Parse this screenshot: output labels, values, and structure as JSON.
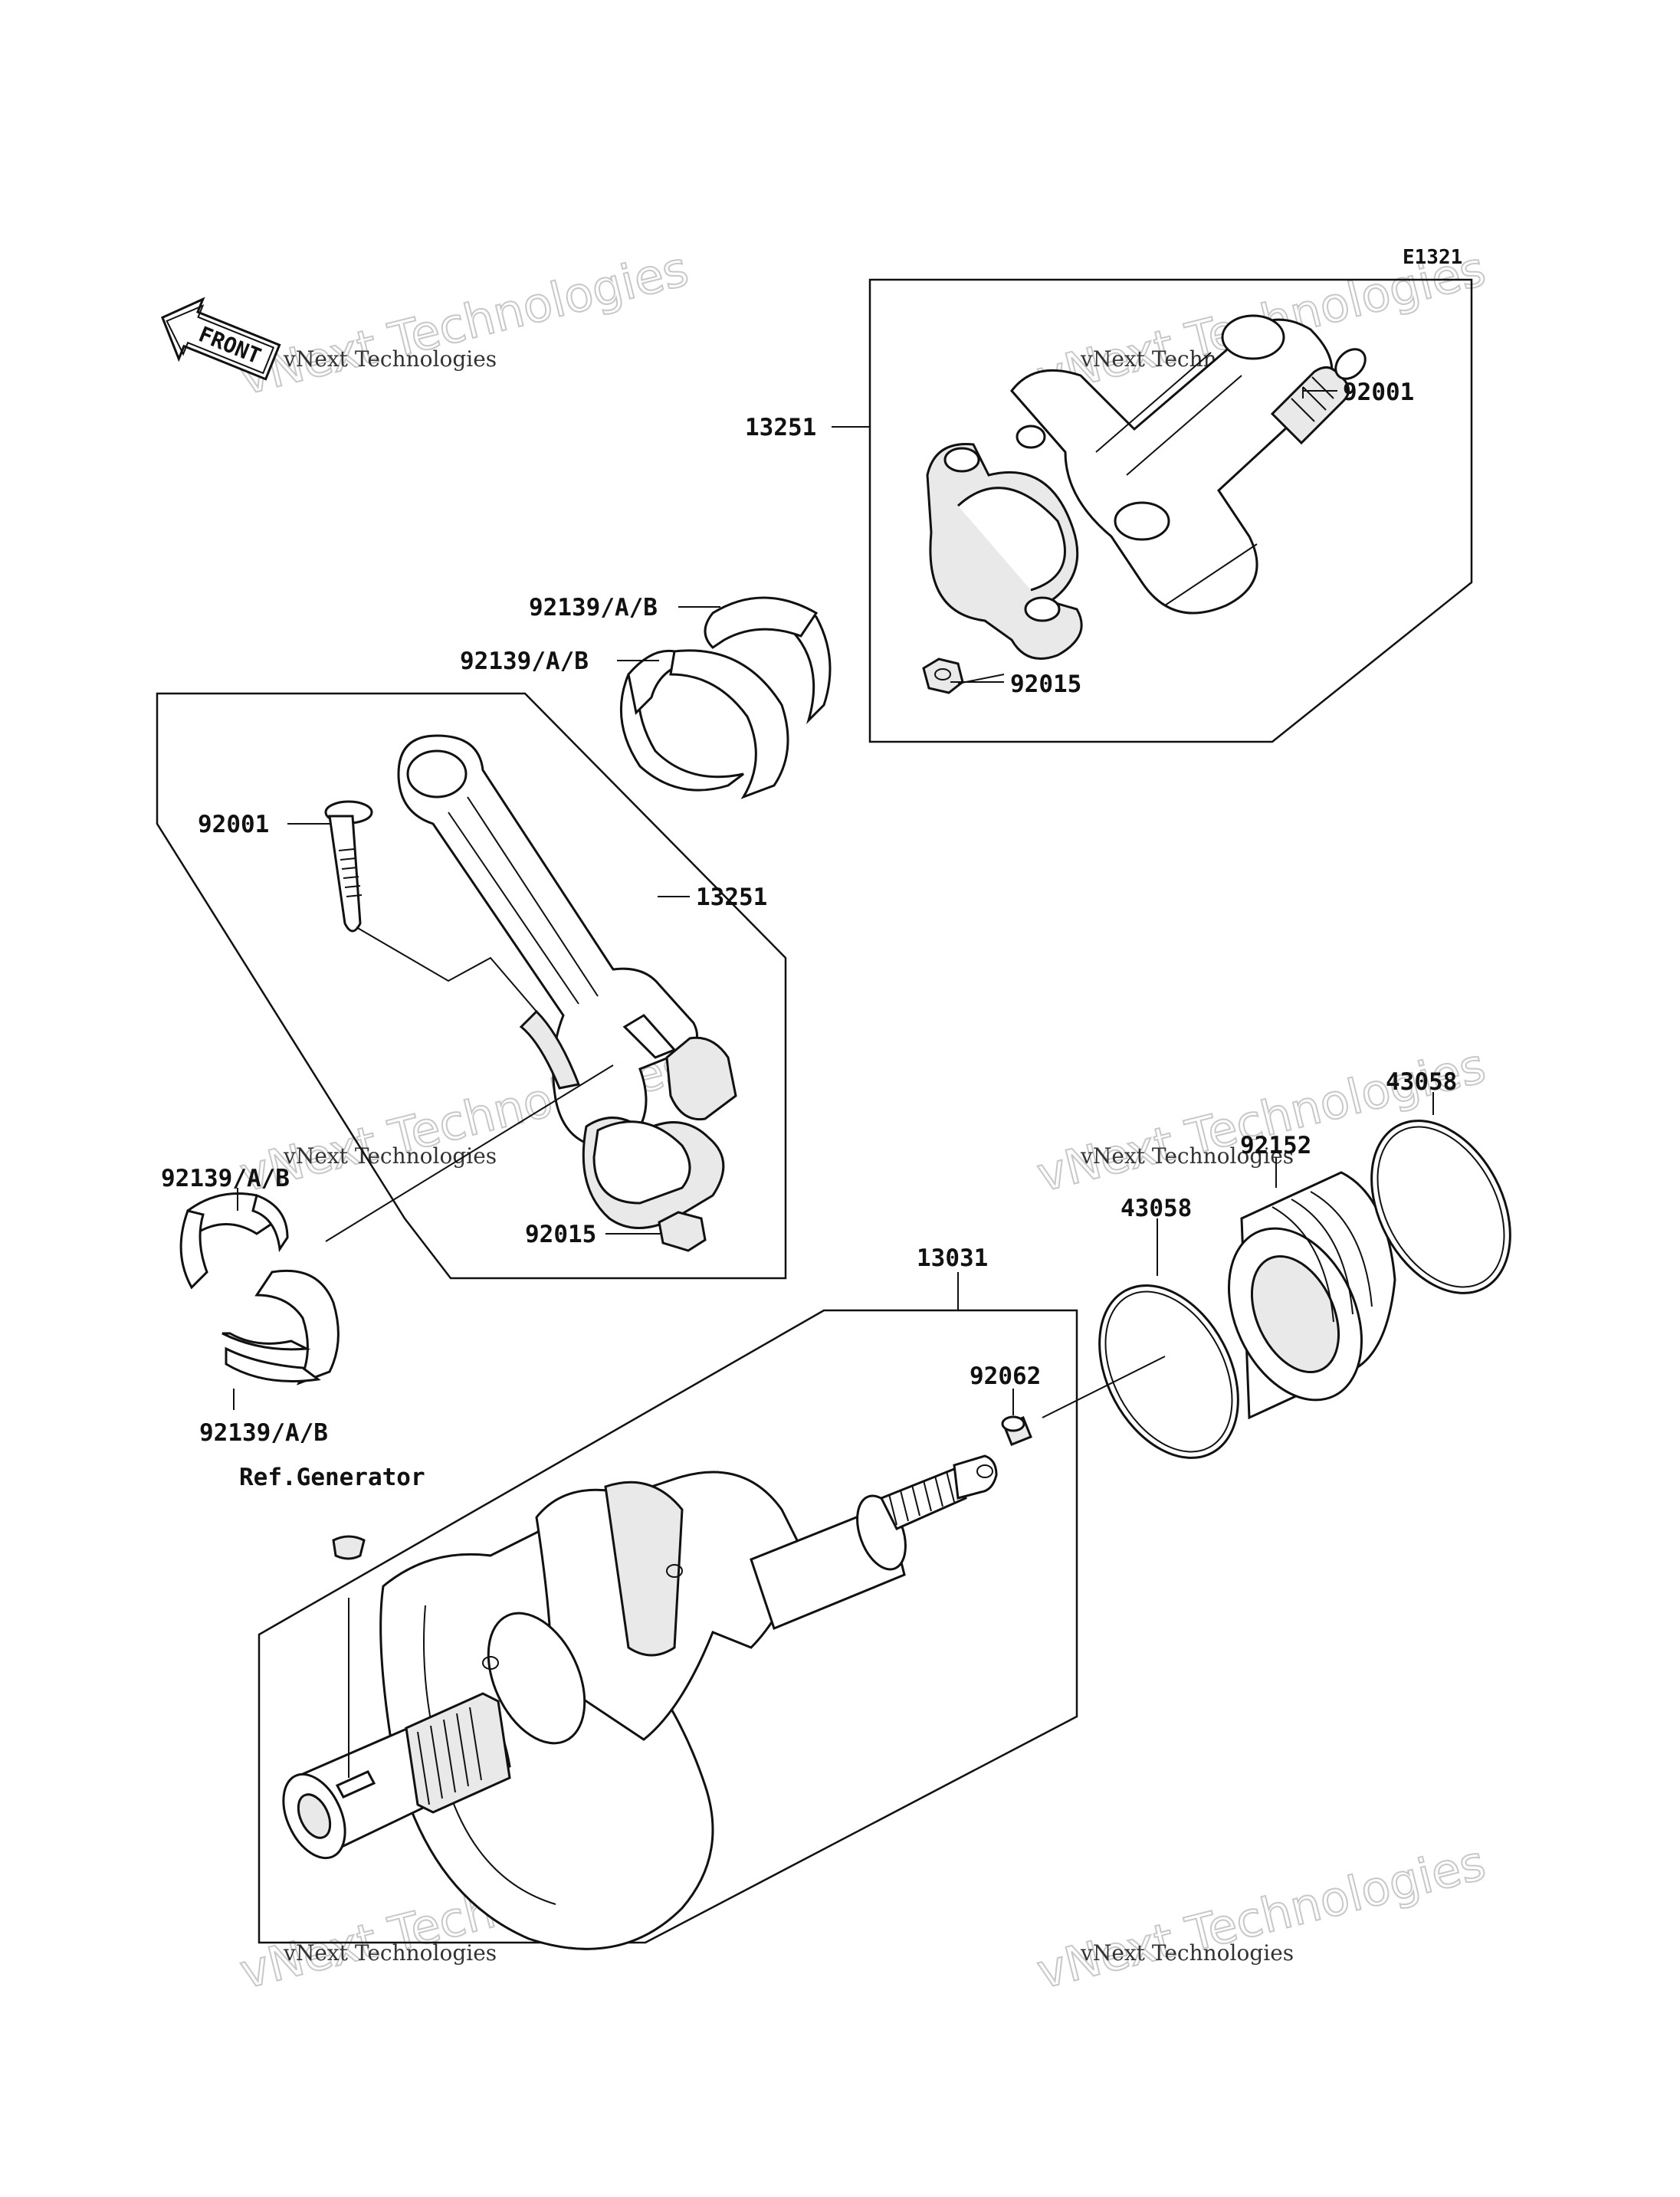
{
  "diagram": {
    "code": "E1321",
    "front_arrow_label": "FRONT",
    "watermark": {
      "line1": "vNext Technologies",
      "line2": "vNext Technologies"
    },
    "callouts": {
      "rod_top": "13251",
      "bolt_top": "92001",
      "bearing_top_1": "92139/A/B",
      "bearing_top_2": "92139/A/B",
      "nut_top": "92015",
      "bolt_mid": "92001",
      "rod_mid": "13251",
      "bearing_left_1": "92139/A/B",
      "nut_mid": "92015",
      "bearing_left_2": "92139/A/B",
      "ring_right": "43058",
      "seal": "92152",
      "ring_left": "43058",
      "crankshaft": "13031",
      "plug": "92062",
      "ref_generator": "Ref.Generator"
    }
  }
}
